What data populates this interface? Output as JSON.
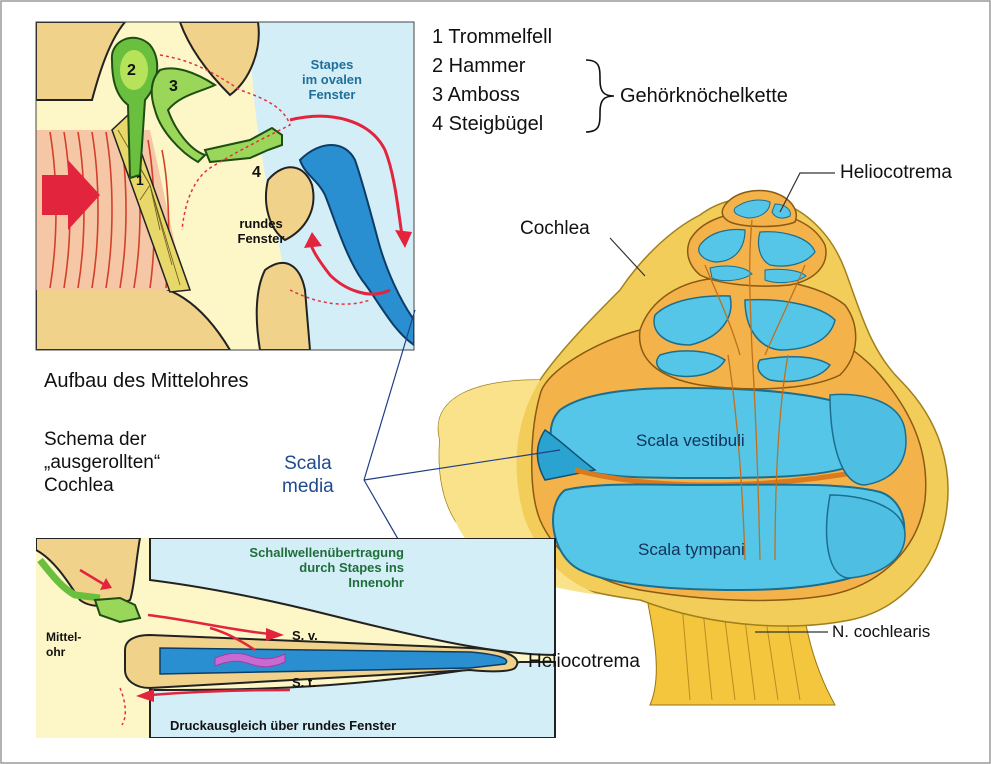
{
  "legend": {
    "items": [
      "1 Trommelfell",
      "2 Hammer",
      "3 Amboss",
      "4 Steigbügel"
    ],
    "group_label": "Gehörknöchelkette"
  },
  "middle_ear": {
    "caption": "Aufbau des Mittelohres",
    "stapes_label": [
      "Stapes",
      "im ovalen",
      "Fenster"
    ],
    "round_window_label": [
      "rundes",
      "Fenster"
    ],
    "numbers": [
      "1",
      "2",
      "3",
      "4"
    ]
  },
  "schema": {
    "caption": [
      "Schema der",
      "„ausgerollten“",
      "Cochlea"
    ],
    "transmission_label": [
      "Schallwellenübertragung",
      "durch Stapes ins",
      "Innenohr"
    ],
    "middle_ear_label": [
      "Mittel-",
      "ohr"
    ],
    "sv_label": "S. v.",
    "st_label": "S. t.",
    "pressure_label": "Druckausgleich über rundes Fenster",
    "helicotrema_label": "Heliocotrema"
  },
  "scala_media_label": [
    "Scala",
    "media"
  ],
  "cochlea": {
    "cochlea_label": "Cochlea",
    "helicotrema_label": "Heliocotrema",
    "scala_vestibuli_label": "Scala vestibuli",
    "scala_tympani_label": "Scala tympani",
    "nerve_label": "N. cochlearis"
  }
}
